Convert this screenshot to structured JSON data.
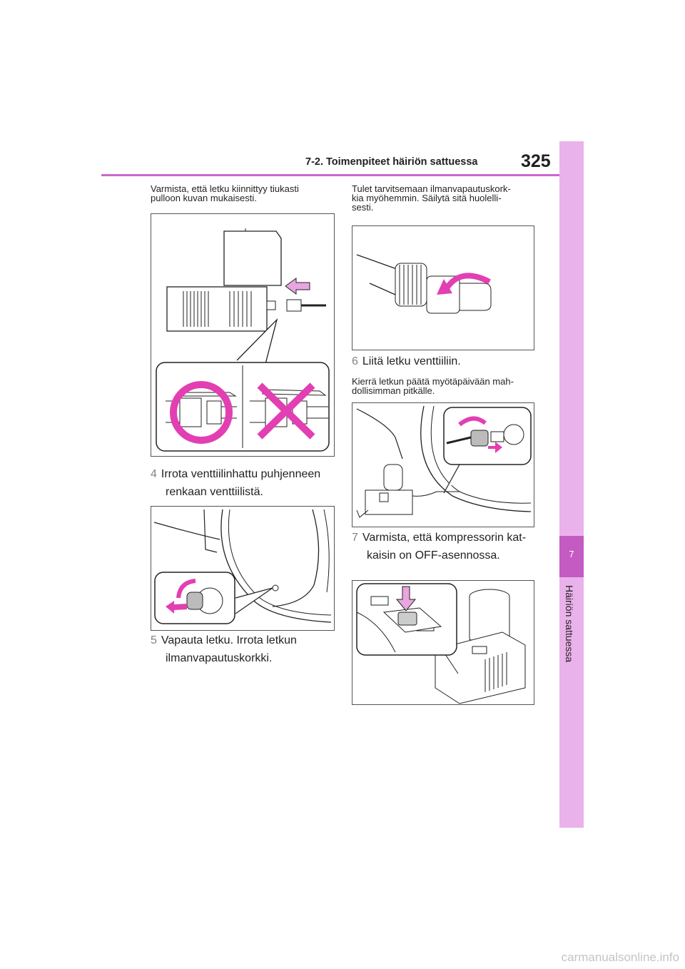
{
  "header": {
    "section": "7-2. Toimenpiteet häiriön sattuessa",
    "page_number": "325"
  },
  "side_tab": {
    "chapter_number": "7",
    "chapter_title": "Häiriön sattuessa"
  },
  "left": {
    "intro": [
      "Varmista, että letku kiinnittyy tiukasti",
      "pulloon kuvan mukaisesti."
    ],
    "step4": {
      "num": "4",
      "lines": [
        "Irrota venttiilinhattu puhjenneen",
        "renkaan venttiilistä."
      ]
    },
    "step5": {
      "num": "5",
      "lines": [
        "Vapauta letku. Irrota letkun",
        "ilmanvapautuskorkki."
      ]
    }
  },
  "right": {
    "intro": [
      "Tulet tarvitsemaan ilmanvapautuskork-",
      "kia myöhemmin. Säilytä sitä huolelli-",
      "sesti."
    ],
    "step6": {
      "num": "6",
      "lines": [
        "Liitä letku venttiiliin."
      ]
    },
    "step6_note": [
      "Kierrä letkun päätä myötäpäivään mah-",
      "dollisimman pitkälle."
    ],
    "step7": {
      "num": "7",
      "lines": [
        "Varmista, että kompressorin kat-",
        "kaisin on OFF-asennossa."
      ]
    }
  },
  "footer": {
    "watermark": "carmanualsonline.info"
  },
  "colors": {
    "accent": "#cc66cc",
    "tab": "#eab2ea",
    "chapter_box": "#c35bc3",
    "arrow": "#e23fb3"
  }
}
